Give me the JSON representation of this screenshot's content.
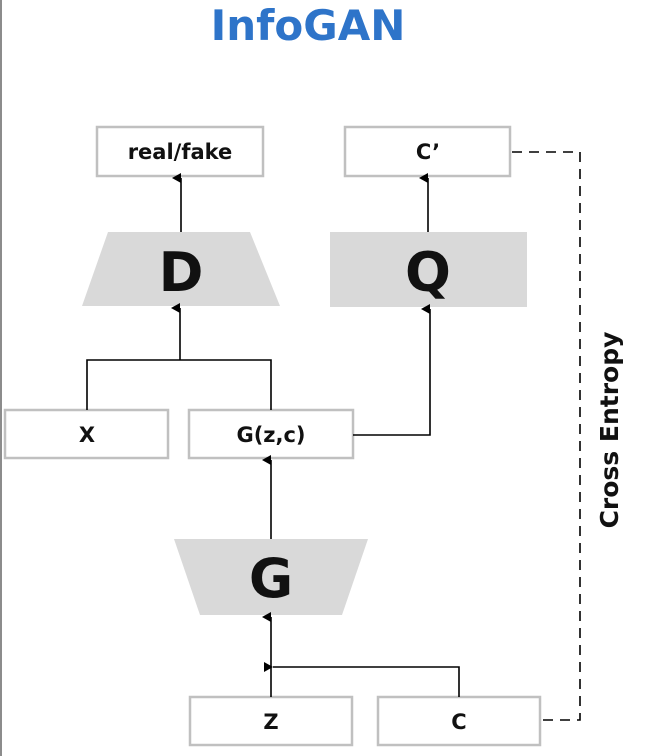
{
  "title": "InfoGAN",
  "nodes": {
    "real_fake": "real/fake",
    "c_prime": "C’",
    "x": "X",
    "g_zc": "G(z,c)",
    "z": "Z",
    "c": "C"
  },
  "networks": {
    "discriminator": "D",
    "q_network": "Q",
    "generator": "G"
  },
  "loss_label": "Cross Entropy",
  "colors": {
    "title": "#2e74c9",
    "network_fill": "#d9d9d9",
    "box_border": "#c0c0c0",
    "line": "#000000"
  }
}
